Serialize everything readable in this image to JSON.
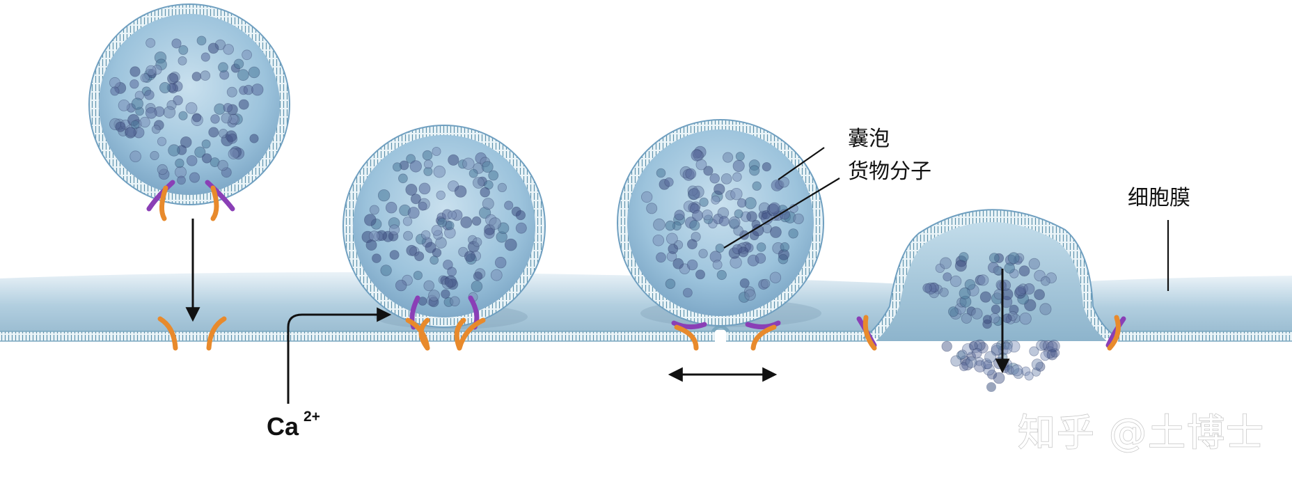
{
  "labels": {
    "vesicle": "囊泡",
    "cargo": "货物分子",
    "membrane": "细胞膜",
    "calcium": "Ca",
    "calcium_charge": "2+"
  },
  "watermark": "知乎 @土博士",
  "colors": {
    "vesicle_fill": "#9cc3dc",
    "vesicle_edge": "#6f9fc0",
    "membrane_top": "#a9c9dc",
    "membrane_line": "#7aa7bf",
    "cargo": "#4f5f8e",
    "snare_orange": "#e88a2c",
    "snare_purple": "#8a3fb6",
    "arrow": "#111111"
  },
  "stages": [
    {
      "stage": "vesicle-approaching"
    },
    {
      "stage": "vesicle-docked"
    },
    {
      "stage": "fusion-pore"
    },
    {
      "stage": "full-fusion-release"
    }
  ]
}
